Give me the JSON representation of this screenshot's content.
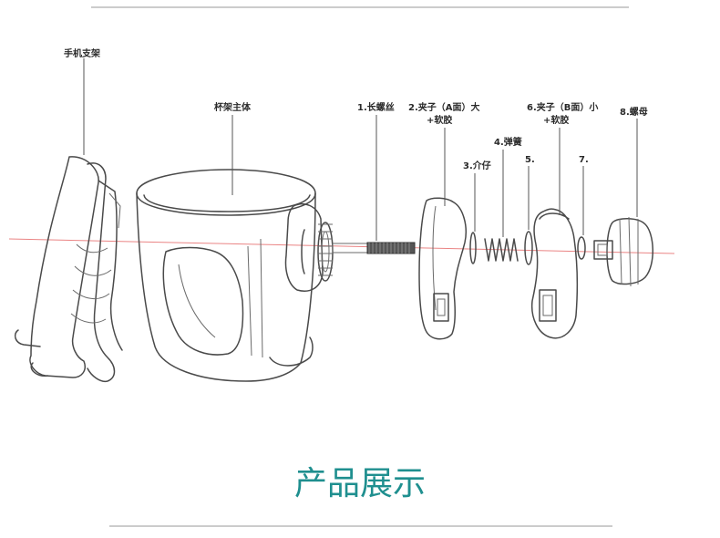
{
  "labels": {
    "phone_holder": "手机支架",
    "cup_holder_body": "杯架主体",
    "long_screw": "1.长螺丝",
    "clamp_a_line1": "2.夹子（A面）大",
    "clamp_a_line2": "+软胶",
    "spacer": "3.介仔",
    "spring": "4.弹簧",
    "part5": "5.",
    "clamp_b_line1": "6.夹子（B面）小",
    "clamp_b_line2": "+软胶",
    "part7": "7.",
    "nut": "8.螺母"
  },
  "caption": "产品展示",
  "colors": {
    "caption": "#1f8f8f",
    "axis_line": "#e35b5b",
    "outline": "#4a4a4a",
    "rule": "#9a9a9a"
  }
}
